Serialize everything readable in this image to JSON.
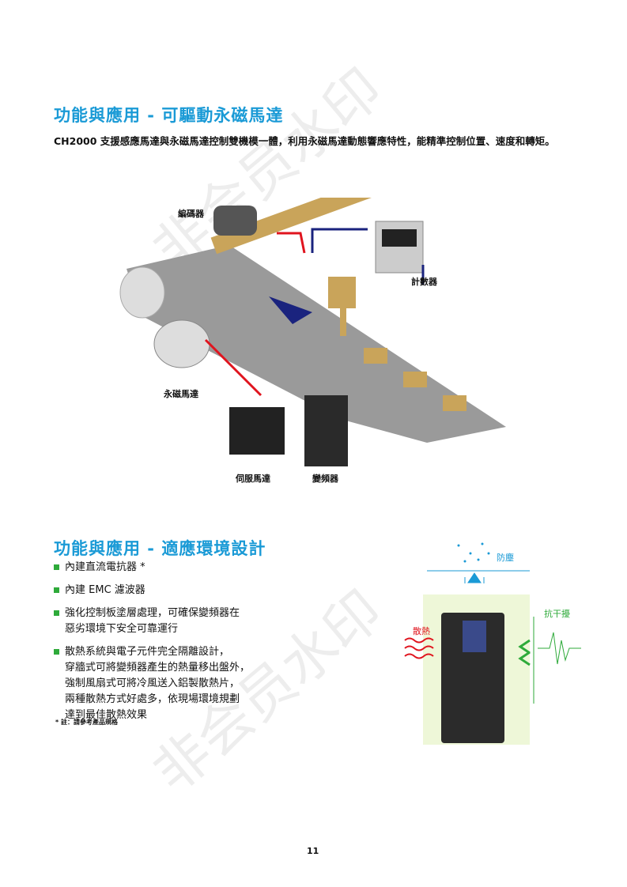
{
  "section1": {
    "title": "功能與應用 - 可驅動永磁馬達",
    "intro": "CH2000 支援感應馬達與永磁馬達控制雙機模一體，利用永磁馬達動態響應特性，能精準控制位置、速度和轉矩。",
    "labels": {
      "encoder": "編碼器",
      "counter": "計數器",
      "pm_motor": "永磁馬達",
      "servo_motor": "伺服馬達",
      "inverter": "變頻器"
    }
  },
  "section2": {
    "title": "功能與應用 - 適應環境設計",
    "bullets": [
      "內建直流電抗器 *",
      "內建 EMC 濾波器",
      "強化控制板塗層處理，可確保變頻器在\n惡劣環境下安全可靠運行",
      "散熱系統與電子元件完全隔離設計，\n穿牆式可將變頻器產生的熱量移出盤外，\n強制風扇式可將冷風送入鋁製散熱片，\n兩種散熱方式好處多，依現場環境規劃\n達到最佳散熱效果"
    ],
    "note": "* 註：請參考產品規格",
    "labels": {
      "dust": "防塵",
      "interference": "抗干擾",
      "heat": "散熱"
    }
  },
  "watermark": "非会员水印",
  "page_number": "11",
  "colors": {
    "title": "#1a9ad6",
    "bullet": "#2eaa3a",
    "red_line": "#e0141e",
    "navy_line": "#1a237e"
  }
}
